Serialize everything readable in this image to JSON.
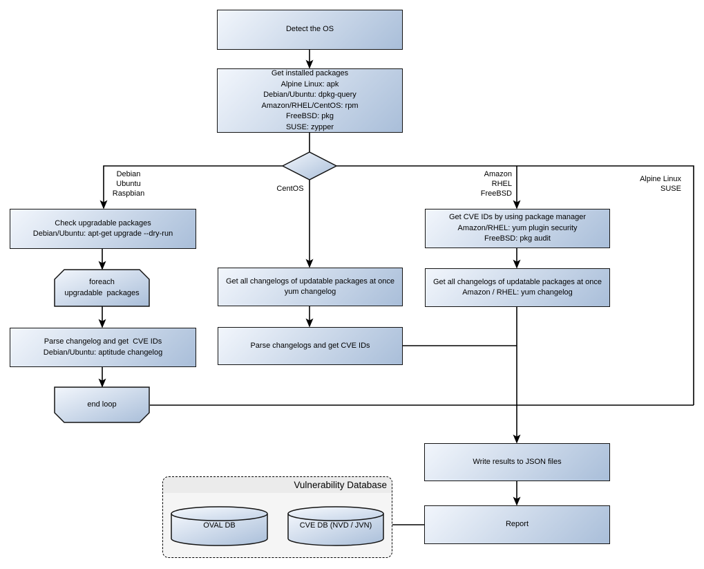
{
  "flowchart": {
    "nodes": {
      "detect_os": {
        "lines": [
          "Detect the OS"
        ]
      },
      "get_installed_packages": {
        "lines": [
          "Get installed packages",
          "Alpine Linux: apk",
          "Debian/Ubuntu: dpkg-query",
          "Amazon/RHEL/CentOS: rpm",
          "FreeBSD: pkg",
          "SUSE: zypper"
        ]
      },
      "check_upgradable_packages": {
        "lines": [
          "Check upgradable packages",
          "Debian/Ubuntu: apt-get upgrade --dry-run"
        ]
      },
      "foreach_loop": {
        "lines": [
          "foreach",
          "upgradable  packages"
        ]
      },
      "parse_changelog_debian": {
        "lines": [
          "Parse changelog and get  CVE IDs",
          "Debian/Ubuntu: aptitude changelog"
        ]
      },
      "end_loop": {
        "lines": [
          "end loop"
        ]
      },
      "get_changelogs_centos": {
        "lines": [
          "Get all changelogs of updatable packages at once",
          "yum changelog"
        ]
      },
      "parse_changelogs_centos": {
        "lines": [
          "Parse changelogs and get CVE IDs"
        ]
      },
      "get_cve_ids_pkg_manager": {
        "lines": [
          "Get CVE IDs by using package manager",
          "Amazon/RHEL: yum plugin security",
          "FreeBSD: pkg audit"
        ]
      },
      "get_changelogs_amazon": {
        "lines": [
          "Get all changelogs of updatable packages at once",
          "Amazon / RHEL: yum changelog"
        ]
      },
      "write_results": {
        "lines": [
          "Write results to JSON files"
        ]
      },
      "report": {
        "lines": [
          "Report"
        ]
      }
    },
    "branch_labels": {
      "debian": {
        "lines": [
          "Debian",
          "Ubuntu",
          "Raspbian"
        ]
      },
      "centos": {
        "lines": [
          "CentOS"
        ]
      },
      "amazon": {
        "lines": [
          "Amazon",
          "RHEL",
          "FreeBSD"
        ]
      },
      "alpine": {
        "lines": [
          "Alpine Linux",
          "SUSE"
        ]
      }
    },
    "database_panel": {
      "title": "Vulnerability Database",
      "cylinders": [
        {
          "label": "OVAL DB"
        },
        {
          "label": "CVE DB (NVD / JVN)"
        }
      ]
    },
    "colors": {
      "node_fill_light": "#f2f6fc",
      "node_fill_dark": "#a9bed9",
      "node_border": "#131313",
      "connector": "#000000",
      "db_panel_bg": "#f5f5f5",
      "db_panel_header_bg": "#ebebeb",
      "page_bg": "#ffffff"
    }
  }
}
